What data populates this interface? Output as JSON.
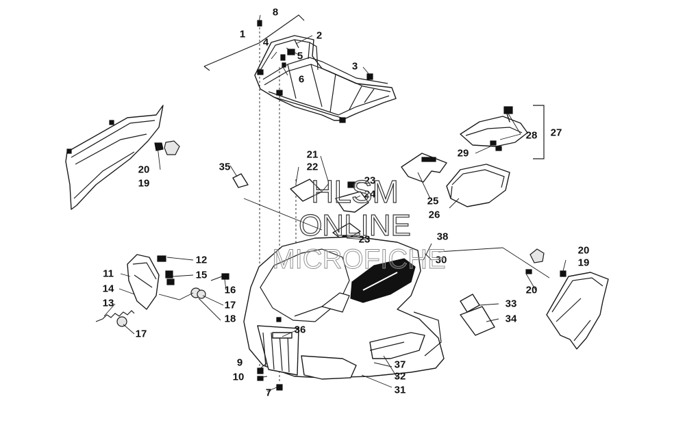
{
  "callouts": [
    "1",
    "2",
    "3",
    "4",
    "5",
    "6",
    "7",
    "8",
    "9",
    "10",
    "11",
    "12",
    "13",
    "14",
    "15",
    "16",
    "17",
    "17b",
    "18",
    "19",
    "19b",
    "20",
    "20b",
    "20c",
    "21",
    "22",
    "23",
    "23b",
    "24",
    "25",
    "26",
    "27",
    "28",
    "29",
    "30",
    "31",
    "32",
    "33",
    "34",
    "35",
    "36",
    "37",
    "38"
  ],
  "labels": {
    "c1": "1",
    "c2": "2",
    "c3": "3",
    "c4": "4",
    "c5": "5",
    "c6": "6",
    "c7": "7",
    "c8": "8",
    "c9": "9",
    "c10": "10",
    "c11": "11",
    "c12": "12",
    "c13": "13",
    "c14": "14",
    "c15": "15",
    "c16": "16",
    "c17a": "17",
    "c17b": "17",
    "c18": "18",
    "c19a": "19",
    "c19b": "19",
    "c20a": "20",
    "c20b": "20",
    "c20c": "20",
    "c21": "21",
    "c22": "22",
    "c23a": "23",
    "c23b": "23",
    "c24": "24",
    "c25": "25",
    "c26": "26",
    "c27": "27",
    "c28": "28",
    "c29": "29",
    "c30": "30",
    "c31": "31",
    "c32": "32",
    "c33": "33",
    "c34": "34",
    "c35": "35",
    "c36": "36",
    "c37": "37",
    "c38": "38"
  },
  "watermark": {
    "line1": "HLSM",
    "line2": "ONLINE",
    "line3": "MICROFICHE"
  },
  "colors": {
    "ink": "#1a1a1a",
    "background": "#ffffff"
  }
}
